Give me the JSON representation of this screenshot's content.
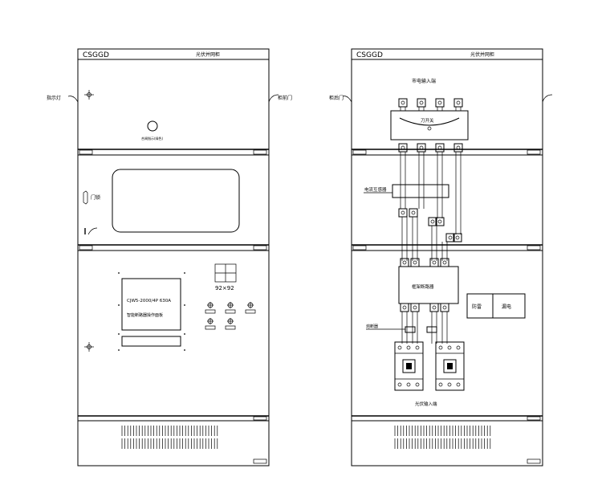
{
  "left_cabinet": {
    "brand": "CSGGD",
    "title": "光伏并网柜",
    "callout_left": "指示灯",
    "callout_right": "柜前门",
    "lamp_label": "合闸指示(绿色)",
    "window_callout": "门锁",
    "meter_callout": "↑",
    "meter_size": "92×92",
    "breaker_model": "CJW5-2000/4P 630A",
    "breaker_desc": "智能断路器操作面板",
    "vent_count": 34
  },
  "right_cabinet": {
    "brand": "CSGGD",
    "title": "光伏并网柜",
    "top_label": "市电输入端",
    "callout_left": "柜后门",
    "isolator_label": "刀开关",
    "ct_label": "电流互感器",
    "main_breaker_label": "框架断路器",
    "fuse_label": "熔断器",
    "bottom_label": "光伏输入端",
    "box_left": "防雷",
    "box_right": "漏电",
    "vent_count": 34
  }
}
